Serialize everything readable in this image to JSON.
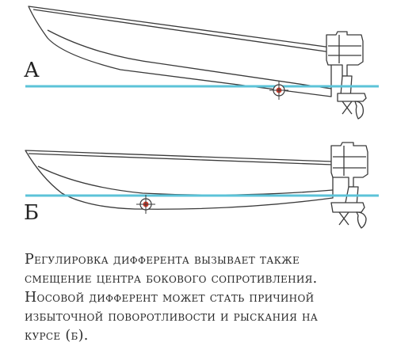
{
  "panels": {
    "a": {
      "label": "А"
    },
    "b": {
      "label": "Б"
    }
  },
  "caption": {
    "lines": [
      "Регулировка дифферента вызывает также",
      "смещение центра бокового сопротивления.",
      "Носовой дифферент может стать причиной",
      "избыточной поворотливости и рыскания на",
      "курсе (б)."
    ]
  },
  "colors": {
    "waterline": "#5cc3d8",
    "hull_stroke": "#3a3a3a",
    "marker": "#d63a2a"
  }
}
